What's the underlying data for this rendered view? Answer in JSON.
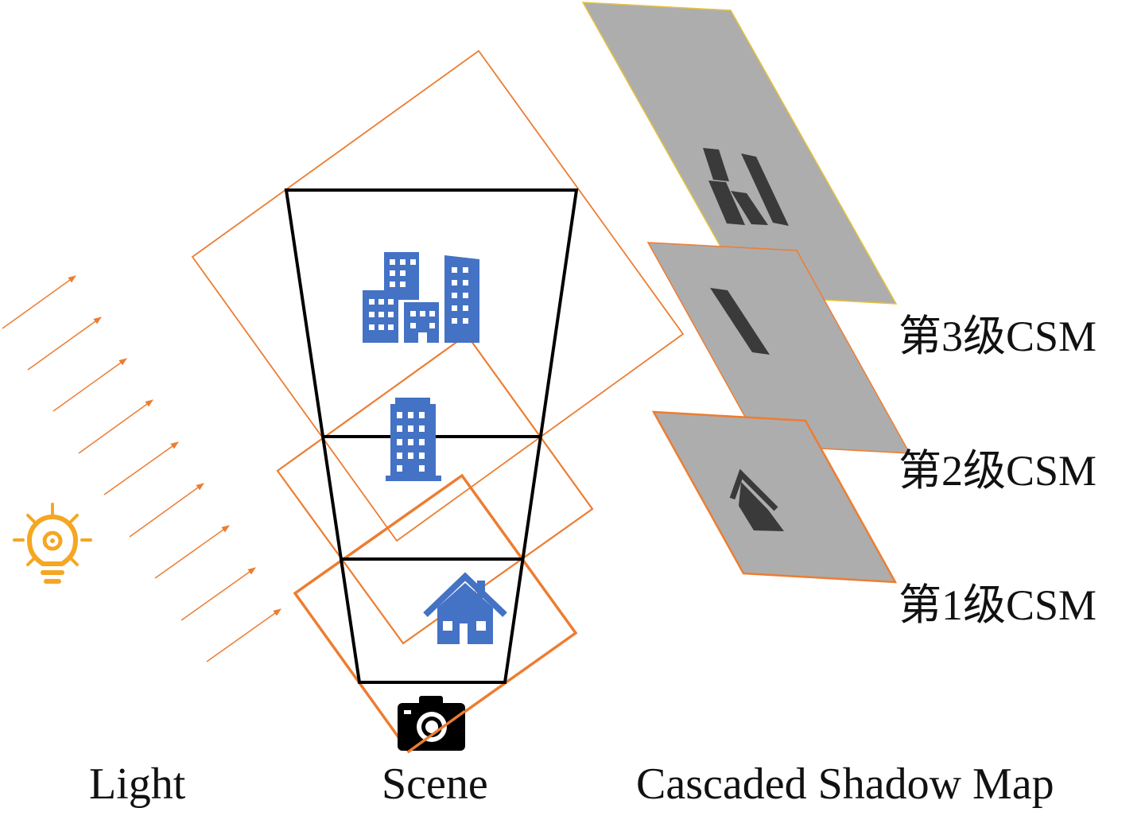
{
  "captions": {
    "light": "Light",
    "scene": "Scene",
    "csm": "Cascaded Shadow Map"
  },
  "levels": {
    "level3": "第3级CSM",
    "level2": "第2级CSM",
    "level1": "第1级CSM"
  },
  "icons": {
    "light": "lightbulb-gear-icon",
    "camera": "camera-icon",
    "far": "city-buildings-icon",
    "mid": "office-building-icon",
    "near": "house-icon"
  },
  "colors": {
    "orange": "#ed7d31",
    "bulb": "#f5a623",
    "blue": "#4472c4",
    "map_fill": "#adadad",
    "map_icon": "#3a3a3a",
    "map3_border": "#e8c23a",
    "map_border": "#ed7d31"
  }
}
